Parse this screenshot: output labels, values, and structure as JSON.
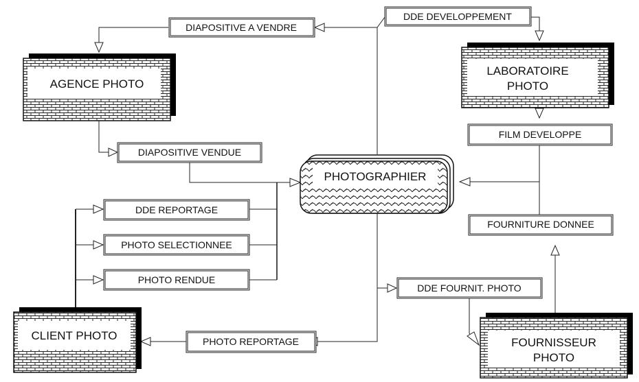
{
  "entities": {
    "agence": "AGENCE PHOTO",
    "labo_line1": "LABORATOIRE",
    "labo_line2": "PHOTO",
    "client": "CLIENT PHOTO",
    "fournisseur_line1": "FOURNISSEUR",
    "fournisseur_line2": "PHOTO"
  },
  "process": {
    "photographier": "PHOTOGRAPHIER"
  },
  "flows": {
    "diapositive_a_vendre": "DIAPOSITIVE A VENDRE",
    "dde_developpement": "DDE DEVELOPPEMENT",
    "diapositive_vendue": "DIAPOSITIVE VENDUE",
    "film_developpe": "FILM DEVELOPPE",
    "dde_reportage": "DDE REPORTAGE",
    "photo_selectionnee": "PHOTO SELECTIONNEE",
    "photo_rendue": "PHOTO RENDUE",
    "fourniture_donnee": "FOURNITURE DONNEE",
    "dde_fournit_photo": "DDE FOURNIT. PHOTO",
    "photo_reportage": "PHOTO REPORTAGE"
  }
}
